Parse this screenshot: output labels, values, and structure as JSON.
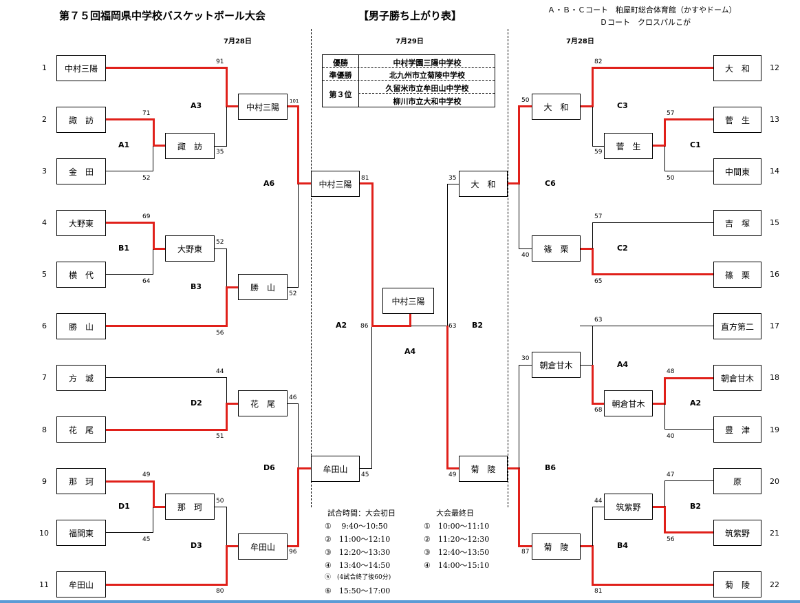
{
  "header": {
    "title": "第７５回福岡県中学校バスケットボール大会",
    "subtitle": "【男子勝ち上がり表】",
    "venue_line1": "Ａ・Ｂ・Ｃコート　粕屋町総合体育館（かすやドーム）",
    "venue_line2": "Ｄコート　クロスパルこが"
  },
  "dates": {
    "day1_left": "7月28日",
    "day2": "7月29日",
    "day1_right": "7月28日"
  },
  "results": [
    {
      "label": "優勝",
      "value": "中村学園三陽中学校"
    },
    {
      "label": "準優勝",
      "value": "北九州市立菊陵中学校"
    },
    {
      "label": "第３位",
      "value": "久留米市立牟田山中学校"
    },
    {
      "label": "",
      "value": "柳川市立大和中学校"
    }
  ],
  "seeds": [
    "1",
    "2",
    "3",
    "4",
    "5",
    "6",
    "7",
    "8",
    "9",
    "10",
    "11",
    "12",
    "13",
    "14",
    "15",
    "16",
    "17",
    "18",
    "19",
    "20",
    "21",
    "22"
  ],
  "teams": [
    "中村三陽",
    "諏　訪",
    "金　田",
    "大野東",
    "横　代",
    "勝　山",
    "方　城",
    "花　尾",
    "那　珂",
    "福間東",
    "牟田山",
    "大　和",
    "菅　生",
    "中間東",
    "吉　塚",
    "篠　栗",
    "直方第二",
    "朝倉甘木",
    "豊　津",
    "原",
    "筑紫野",
    "菊　陵"
  ],
  "winners": {
    "a1": "諏　訪",
    "b1": "大野東",
    "d1": "那　珂",
    "a3": "中村三陽",
    "b3": "勝　山",
    "d2": "花　尾",
    "d3": "牟田山",
    "a6": "中村三陽",
    "d6": "牟田山",
    "c1": "菅　生",
    "c2": "篠　栗",
    "a2r": "朝倉甘木",
    "b2r": "筑紫野",
    "c3": "大　和",
    "a4r": "朝倉甘木",
    "b4": "菊　陵",
    "c6": "大　和",
    "b6": "菊　陵",
    "champion": "中村三陽"
  },
  "matches": {
    "A1": "A1",
    "B1": "B1",
    "D1": "D1",
    "A3": "A3",
    "B3": "B3",
    "D2": "D2",
    "D3": "D3",
    "A6": "A6",
    "D6": "D6",
    "A2": "A2",
    "A4": "A4",
    "B2": "B2",
    "C1": "C1",
    "C2": "C2",
    "A2r": "A2",
    "B2r": "B2",
    "C3": "C3",
    "A4r": "A4",
    "B4": "B4",
    "C6": "C6",
    "B6": "B6"
  },
  "scores": {
    "s1": "91",
    "s2": "71",
    "s3": "52",
    "a1w": "35",
    "s4": "69",
    "s5": "64",
    "b1w": "52",
    "s6": "56",
    "s7": "44",
    "s8": "51",
    "d2w": "46",
    "s9": "49",
    "s10": "45",
    "d1w": "50",
    "s11": "80",
    "d3w": "96",
    "a3w": "101",
    "b3w": "52",
    "a6w": "81",
    "d6w": "45",
    "a2l": "86",
    "s12": "82",
    "s13": "57",
    "s14": "50",
    "c1w": "59",
    "c3w": "50",
    "s15": "57",
    "s16": "65",
    "c2w": "40",
    "c6w": "35",
    "s17": "63",
    "s18": "48",
    "s19": "40",
    "a2rw": "68",
    "a4rw": "30",
    "s20": "47",
    "s21": "56",
    "b2rw": "44",
    "s22": "81",
    "b4w": "87",
    "b6w": "49",
    "a2r_r": "63"
  },
  "schedule": {
    "day1_header": "試合時間：大会初日",
    "final_header": "大会最終日",
    "day1": [
      "①　 9:40〜10:50",
      "②　11:00〜12:10",
      "③　12:20〜13:30",
      "④　13:40〜14:50",
      "⑤　(4試合終了後60分)",
      "⑥　15:50〜17:00"
    ],
    "final": [
      "①　10:00〜11:10",
      "②　11:20〜12:30",
      "③　12:40〜13:50",
      "④　14:00〜15:10"
    ]
  },
  "colors": {
    "winner_line": "#e0201a",
    "line": "#000000"
  }
}
